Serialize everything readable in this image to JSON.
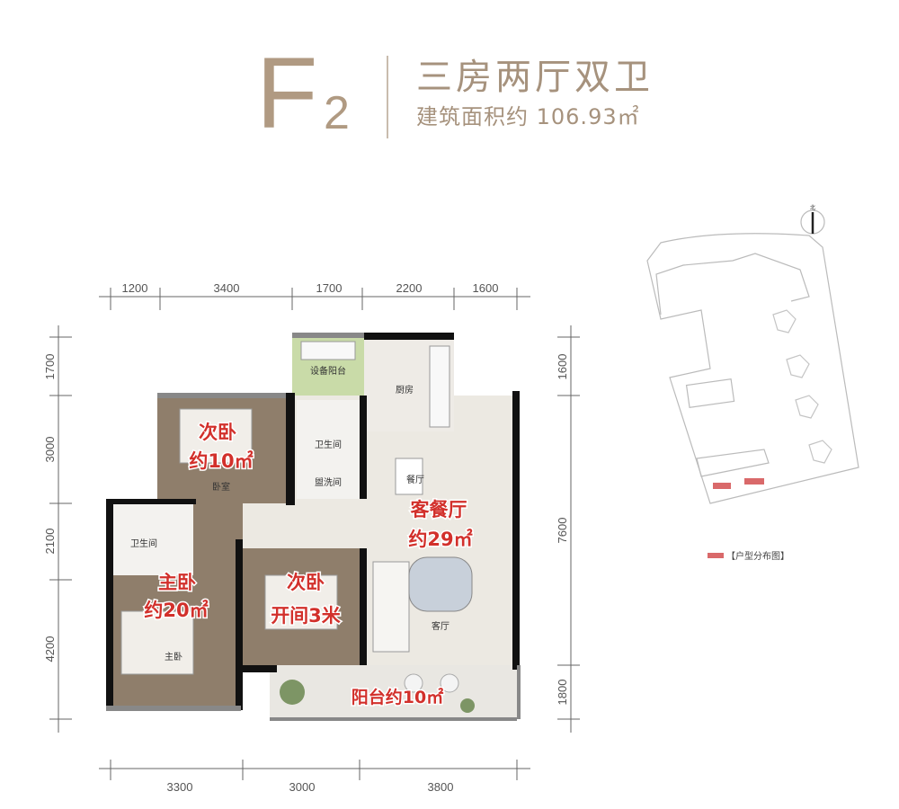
{
  "header": {
    "unit_letter": "F",
    "unit_number": "2",
    "layout": "三房两厅双卫",
    "area": "建筑面积约 106.93㎡"
  },
  "dimensions": {
    "top": [
      "1200",
      "3400",
      "1700",
      "2200",
      "1600"
    ],
    "bottom": [
      "3300",
      "3000",
      "3800"
    ],
    "left": [
      "1700",
      "3000",
      "2100",
      "4200"
    ],
    "right": [
      "1600",
      "7600",
      "1800"
    ]
  },
  "rooms": {
    "equipment_balcony": "设备阳台",
    "kitchen": "厨房",
    "bedroom_small_label": "卧室",
    "bathroom_2": "卫生间",
    "washroom": "盥洗间",
    "dining": "餐厅",
    "living": "客厅",
    "master_bathroom": "卫生间",
    "master_bedroom_small": "主卧"
  },
  "annotations": {
    "bedroom1_name": "次卧",
    "bedroom1_area": "约10㎡",
    "living_dining_name": "客餐厅",
    "living_dining_area": "约29㎡",
    "master_name": "主卧",
    "master_area": "约20㎡",
    "bedroom2_name": "次卧",
    "bedroom2_width": "开间3米",
    "balcony": "阳台约10㎡"
  },
  "site_plan": {
    "north_label": "北",
    "legend": "【户型分布图】",
    "highlight_color": "#d9696a"
  },
  "colors": {
    "title": "#b09a82",
    "annotation": "#d2302b",
    "wood_floor": "#8f7e6b",
    "tile_floor": "#ece9e2",
    "balcony_green": "#c9dba8"
  }
}
